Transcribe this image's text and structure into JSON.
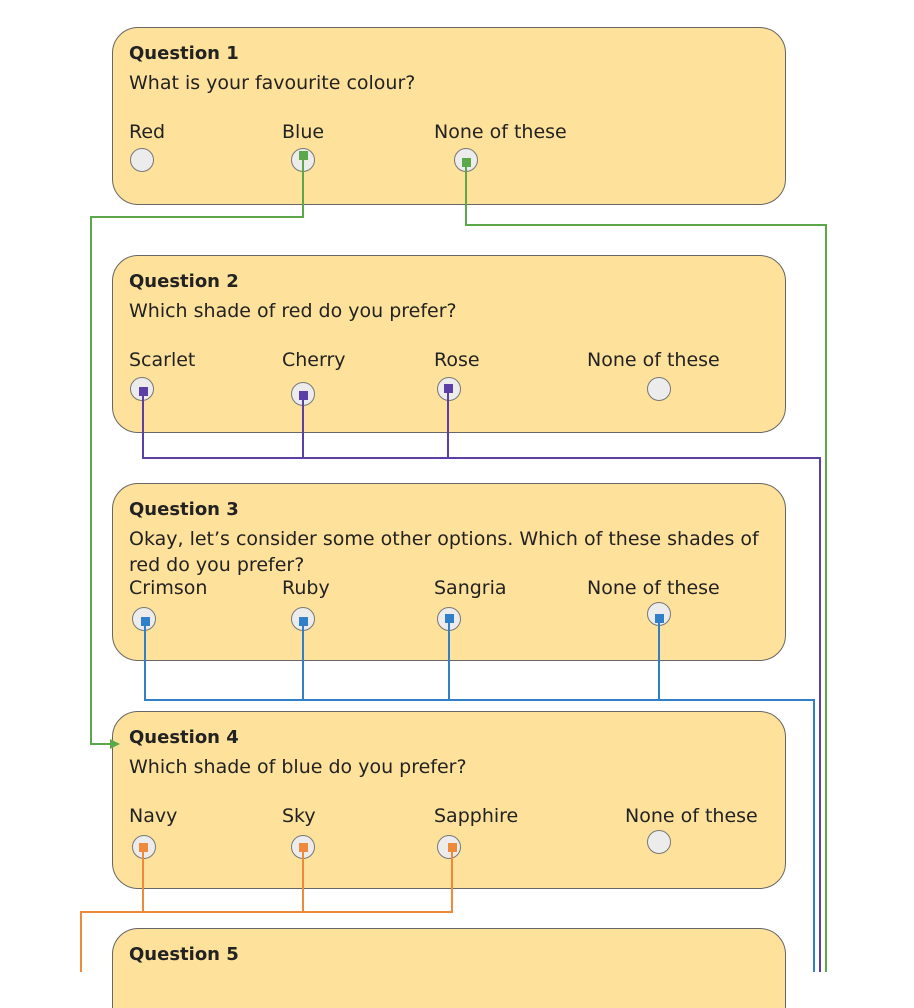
{
  "questions": [
    {
      "title": "Question 1",
      "text": "What is your favourite colour?",
      "options": [
        "Red",
        "Blue",
        "None of these"
      ]
    },
    {
      "title": "Question 2",
      "text": "Which shade of red do you prefer?",
      "options": [
        "Scarlet",
        "Cherry",
        "Rose",
        "None of these"
      ]
    },
    {
      "title": "Question 3",
      "text": "Okay, let’s consider some other options. Which of these shades of red do you prefer?",
      "options": [
        "Crimson",
        "Ruby",
        "Sangria",
        "None of these"
      ]
    },
    {
      "title": "Question 4",
      "text": "Which shade of blue do you prefer?",
      "options": [
        "Navy",
        "Sky",
        "Sapphire",
        "None of these"
      ]
    },
    {
      "title": "Question 5"
    }
  ],
  "colors": {
    "card": "#fee19a",
    "link_q1": "#5aa84a",
    "link_q2": "#5b3fa6",
    "link_q3": "#2f80c8",
    "link_q4": "#ee8a3a"
  }
}
